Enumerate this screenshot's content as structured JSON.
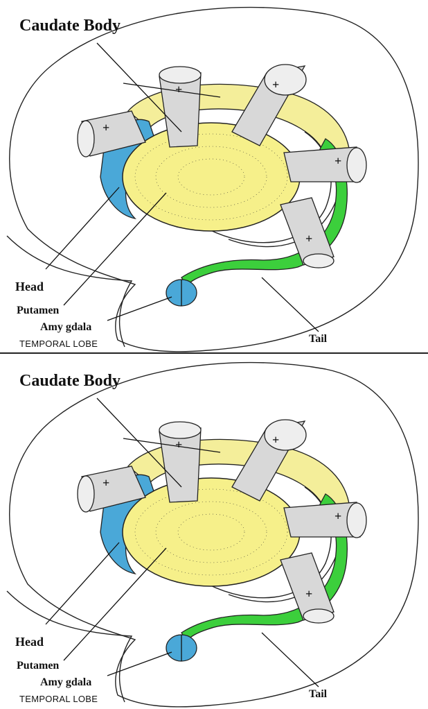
{
  "panels": [
    {
      "labels": {
        "caudate_body": "Caudate Body",
        "head": "Head",
        "putamen": "Putamen",
        "amygdala": "Amy gdala",
        "temporal_lobe": "TEMPORAL LOBE",
        "tail": "Tail"
      }
    },
    {
      "labels": {
        "caudate_body": "Caudate Body",
        "head": "Head",
        "putamen": "Putamen",
        "amygdala": "Amy gdala",
        "temporal_lobe": "TEMPORAL LOBE",
        "tail": "Tail"
      }
    }
  ],
  "colors": {
    "putamen_yellow": "#f6f08a",
    "caudate_yellow": "#f4ee9a",
    "head_blue": "#4aa8d8",
    "tail_green": "#3ccf3c",
    "fiber_gray": "#d8d8d8",
    "outline": "#222222"
  },
  "markers": [
    "+",
    "+",
    "+",
    "+",
    "+"
  ]
}
